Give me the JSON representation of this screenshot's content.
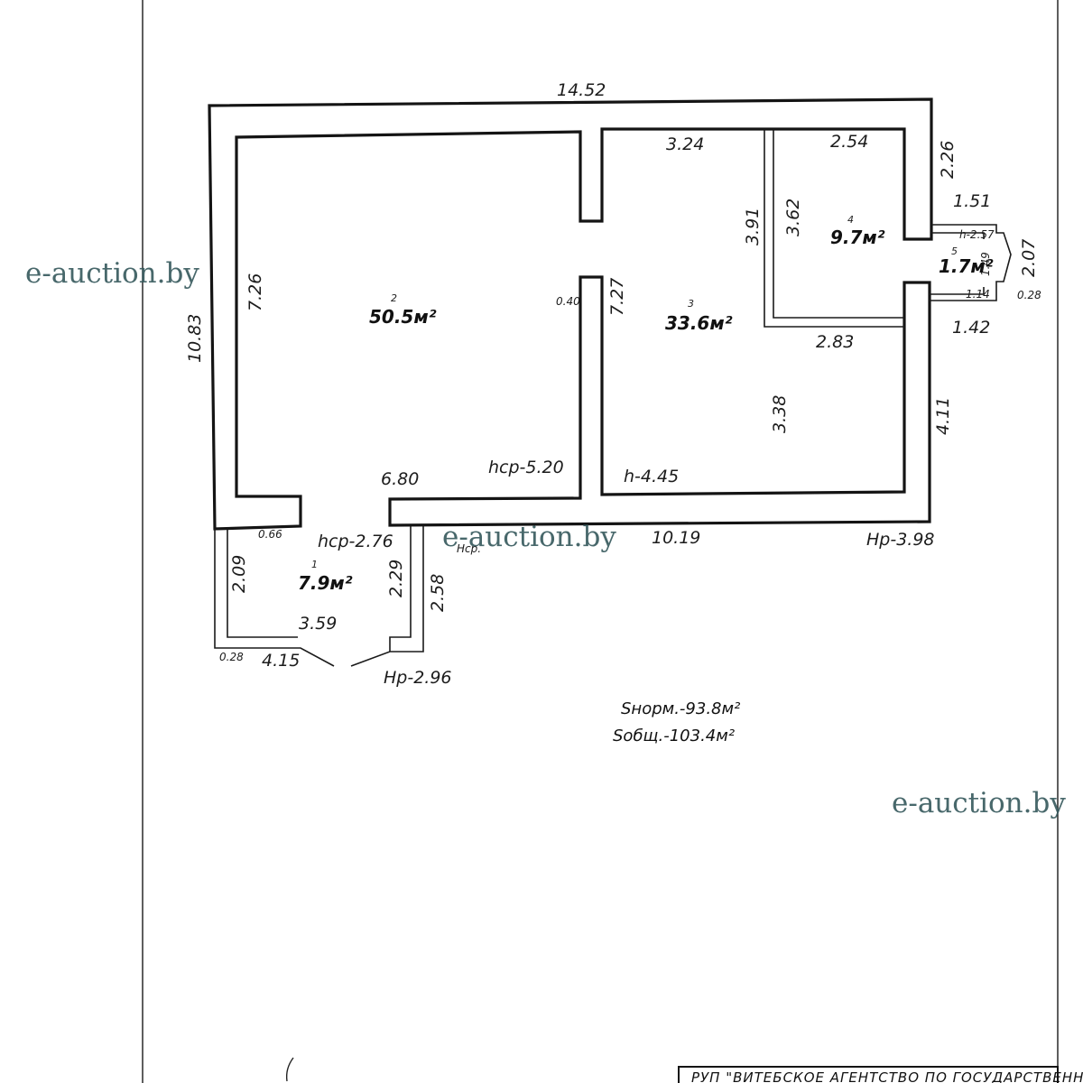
{
  "plan": {
    "dimensions": {
      "top_total": "14.52",
      "left_total": "10.83",
      "room2_left": "7.26",
      "room3_top": "3.24",
      "room4_top": "2.54",
      "right_top": "2.26",
      "room3_left_a": "3.91",
      "room3_left_b": "3.62",
      "p5_top": "1.51",
      "p5_h": "h-2.57",
      "p5_height": "2.07",
      "p5_inner": "1.49",
      "p5_bottom": "1.14",
      "p5_wall": "0.28",
      "p4_bottom": "1.42",
      "room3_mid": "2.83",
      "room3_height": "3.38",
      "right_lower": "4.11",
      "partition_thk": "0.40",
      "room3_wall": "7.27",
      "room2_bottom": "6.80",
      "room2_h": "hср-5.20",
      "room3_h": "h-4.45",
      "bottom_total": "10.19",
      "hp_right": "Hp-3.98",
      "room1_notch": "0.66",
      "room1_h": "hср-2.76",
      "room1_left": "2.09",
      "room1_right_a": "2.29",
      "room1_right_b": "2.58",
      "room1_inner_bottom": "3.59",
      "room1_wall": "0.28",
      "room1_bottom": "4.15",
      "hp_porch": "Hp-2.96",
      "small_note": "Hср."
    },
    "rooms": [
      {
        "number": "1",
        "area": "7.9м²"
      },
      {
        "number": "2",
        "area": "50.5м²"
      },
      {
        "number": "3",
        "area": "33.6м²"
      },
      {
        "number": "4",
        "area": "9.7м²"
      },
      {
        "number": "5",
        "area": "1.7м²"
      }
    ],
    "summary": {
      "s_norm": "Sнорм.-93.8м²",
      "s_total": "Sобщ.-103.4м²"
    }
  },
  "watermarks": [
    "e-auction.by",
    "e-auction.by",
    "e-auction.by"
  ],
  "stamp": {
    "text": "РУП \"ВИТЕБСКОЕ АГЕНТСТВО ПО ГОСУДАРСТВЕННОЙ"
  },
  "colors": {
    "ink": "#141414",
    "watermark": "#35585c",
    "paper": "#ffffff"
  }
}
